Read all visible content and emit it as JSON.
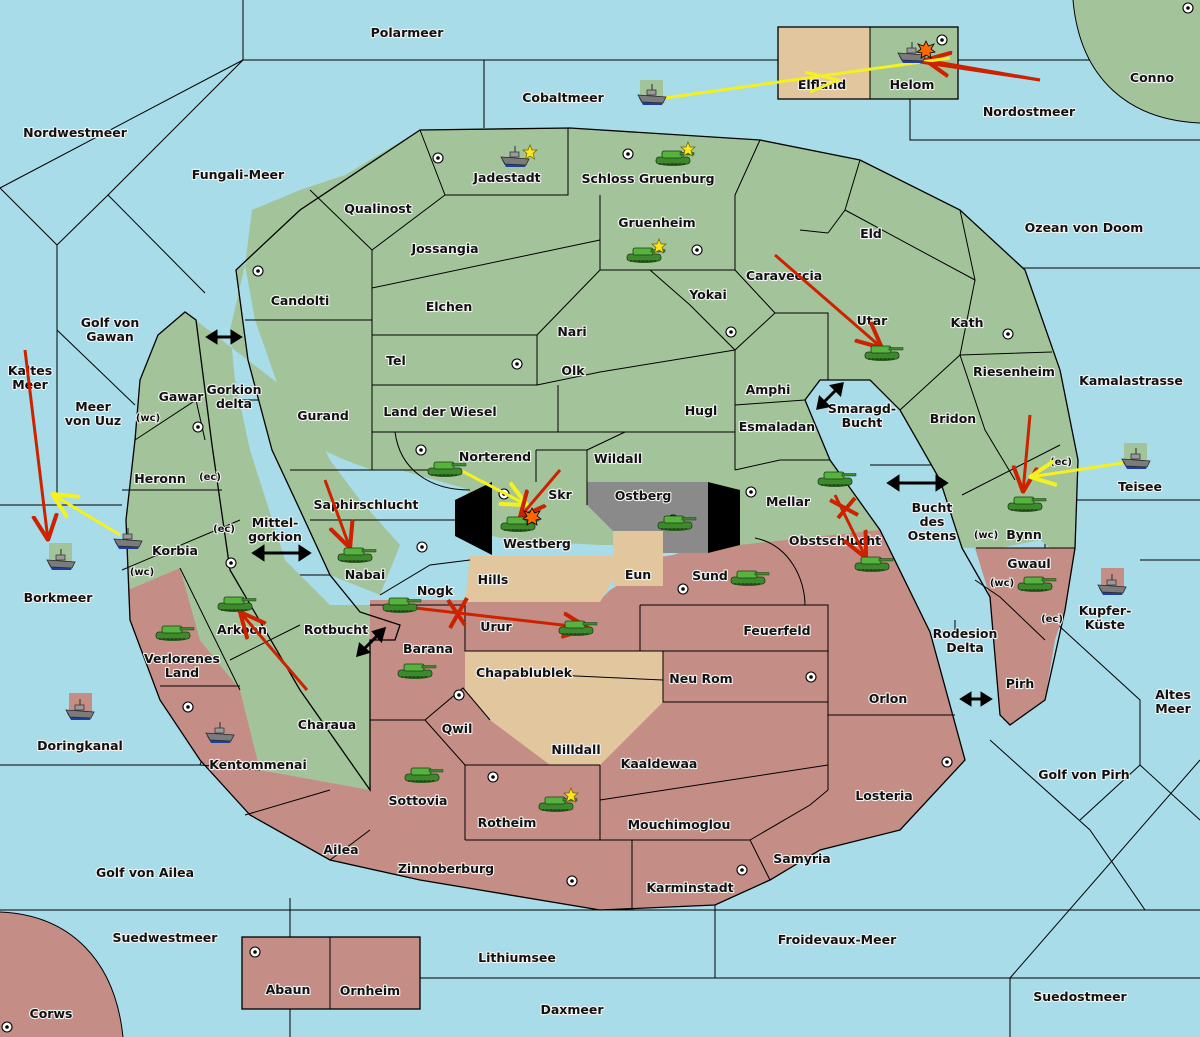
{
  "map": {
    "colors": {
      "sea": "#a8dce9",
      "power_green": "#a3c49a",
      "power_red": "#c48e86",
      "neutral": "#e2c69d",
      "impassable": "#8a8a8a",
      "order_move": "#cc2200",
      "order_support": "#f5f020"
    },
    "seas": [
      "Polarmeer",
      "Cobaltmeer",
      "Nordostmeer",
      "Nordwestmeer",
      "Fungali-Meer",
      "Ozean von Doom",
      "Golf von Gawan",
      "Kaltes Meer",
      "Meer von Uuz",
      "Gorkion delta",
      "Mittel-gorkion",
      "Smaragd-Bucht",
      "Bucht des Ostens",
      "Kamalastrasse",
      "Rotbucht",
      "Rodesion Delta",
      "Kupfer-Küste",
      "Altes Meer",
      "Borkmeer",
      "Doringkanal",
      "Golf von Pirh",
      "Golf von Ailea",
      "Suedwestmeer",
      "Lithiumsee",
      "Froidevaux-Meer",
      "Daxmeer",
      "Suedostmeer"
    ],
    "green_provinces": [
      "Jadestadt",
      "Schloss Gruenburg",
      "Helom",
      "Conno",
      "Qualinost",
      "Gruenheim",
      "Eld",
      "Jossangia",
      "Caraveccia",
      "Candolti",
      "Elchen",
      "Yokai",
      "Utar",
      "Kath",
      "Nari",
      "Tel",
      "Olk",
      "Amphi",
      "Riesenheim",
      "Gawar",
      "Land der Wiesel",
      "Hugl",
      "Gurand",
      "Esmaladan",
      "Bridon",
      "Heronn",
      "Norterend",
      "Wildall",
      "Skr",
      "Westberg",
      "Mellar",
      "Saphirschlucht",
      "Bynn",
      "Korbia",
      "Nabai",
      "Nogk",
      "Arkoon",
      "Charaua",
      "Teisee"
    ],
    "red_provinces": [
      "Obstschlucht",
      "Sund",
      "Gwaul",
      "Urur",
      "Feuerfeld",
      "Barana",
      "Verlorenes Land",
      "Neu Rom",
      "Orlon",
      "Pirh",
      "Qwil",
      "Kentommenai",
      "Kaaldewaa",
      "Sottovia",
      "Rotheim",
      "Losteria",
      "Mouchimoglou",
      "Ailea",
      "Samyria",
      "Zinnoberburg",
      "Karminstadt",
      "Abaun",
      "Ornheim",
      "Corws"
    ],
    "neutral_provinces": [
      "Elfland",
      "Hills",
      "Eun",
      "Chapablublek",
      "Nilldall"
    ],
    "impassable_provinces": [
      "Ostberg"
    ],
    "coast_tags": [
      "(wc)",
      "(ec)",
      "(ec)",
      "(wc)",
      "(ec)",
      "(wc)",
      "(wc)",
      "(ec)"
    ],
    "units": [
      {
        "type": "fleet",
        "location": "Jadestadt",
        "home": true
      },
      {
        "type": "army",
        "location": "Schloss Gruenburg",
        "home": true
      },
      {
        "type": "army",
        "location": "Gruenheim",
        "home": true
      },
      {
        "type": "army",
        "location": "Rotheim",
        "home": true
      },
      {
        "type": "fleet",
        "location": "Helom",
        "dislodged": true
      },
      {
        "type": "fleet",
        "location": "Cobaltmeer"
      },
      {
        "type": "fleet",
        "location": "Teisee"
      },
      {
        "type": "fleet",
        "location": "Borkmeer"
      },
      {
        "type": "fleet",
        "location": "Korbia"
      },
      {
        "type": "fleet",
        "location": "Doringkanal"
      },
      {
        "type": "fleet",
        "location": "Kentommenai"
      },
      {
        "type": "fleet",
        "location": "Kupfer-Küste"
      },
      {
        "type": "army",
        "location": "Utar"
      },
      {
        "type": "army",
        "location": "Bynn"
      },
      {
        "type": "army",
        "location": "Norterend"
      },
      {
        "type": "army",
        "location": "Westberg",
        "dislodged": true
      },
      {
        "type": "army",
        "location": "Ostberg"
      },
      {
        "type": "army",
        "location": "Mellar"
      },
      {
        "type": "army",
        "location": "Obstschlucht"
      },
      {
        "type": "army",
        "location": "Sund"
      },
      {
        "type": "army",
        "location": "Gwaul"
      },
      {
        "type": "army",
        "location": "Nabai"
      },
      {
        "type": "army",
        "location": "Nogk"
      },
      {
        "type": "army",
        "location": "Urur"
      },
      {
        "type": "army",
        "location": "Arkoon"
      },
      {
        "type": "army",
        "location": "Verlorenes Land"
      },
      {
        "type": "army",
        "location": "Barana"
      },
      {
        "type": "army",
        "location": "Sottovia"
      }
    ]
  }
}
